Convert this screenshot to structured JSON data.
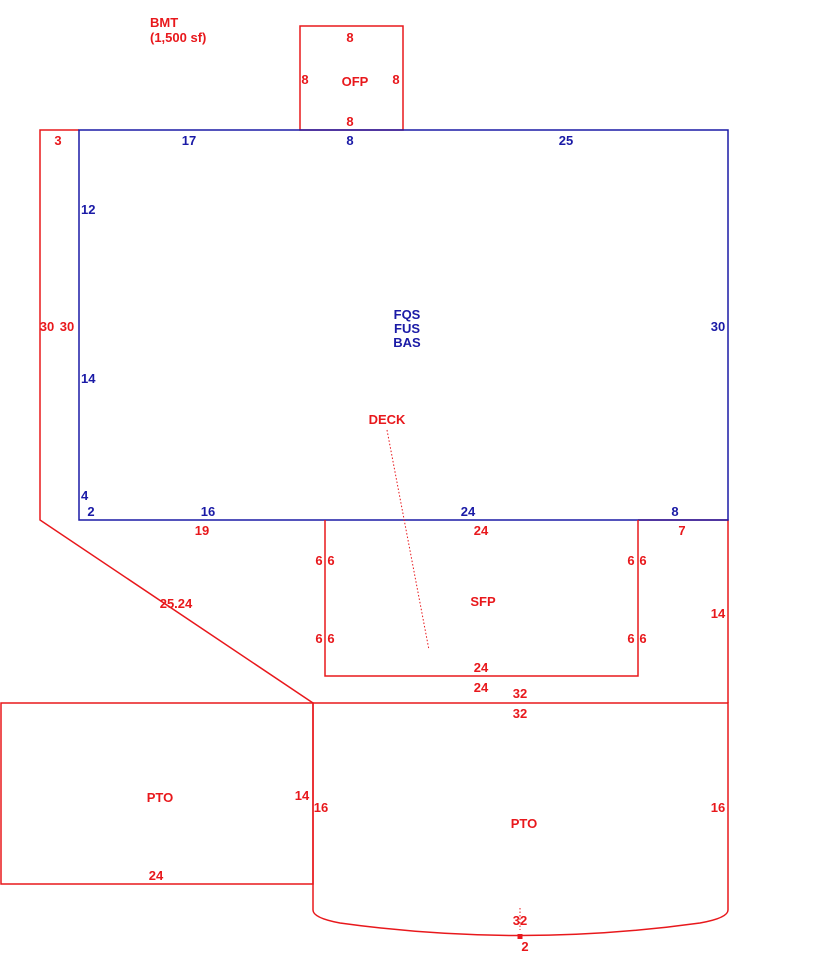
{
  "colors": {
    "red": "#e8181c",
    "blue": "#1a1aa6"
  },
  "header": {
    "bmt": "BMT",
    "bmt_area": "(1,500 sf)"
  },
  "areas": {
    "ofp": "OFP",
    "fqs": "FQS",
    "fus": "FUS",
    "bas": "BAS",
    "deck": "DECK",
    "sfp": "SFP",
    "pto_left": "PTO",
    "pto_right": "PTO"
  },
  "dims": {
    "ofp_top": "8",
    "ofp_left": "8",
    "ofp_right": "8",
    "ofp_bottom": "8",
    "main_top_left": "17",
    "main_top_mid": "8",
    "main_top_right": "25",
    "bmt_corner": "3",
    "main_left_upper": "12",
    "main_left_lower": "14",
    "main_left_small": "4",
    "outer_left": "30",
    "inner_left": "30",
    "main_right": "30",
    "main_bottom_small": "2",
    "main_bottom_left": "16",
    "main_bottom_mid": "24",
    "main_bottom_right": "8",
    "bmt_bottom_left": "19",
    "bmt_bottom_mid": "24",
    "bmt_bottom_right": "7",
    "diagonal": "25.24",
    "sfp_left_upper_out": "6",
    "sfp_left_upper_in": "6",
    "sfp_left_lower_out": "6",
    "sfp_left_lower_in": "6",
    "sfp_right_upper_in": "6",
    "sfp_right_upper_out": "6",
    "sfp_right_lower_in": "6",
    "sfp_right_lower_out": "6",
    "sfp_bottom_in": "24",
    "sfp_bottom_out": "24",
    "right_side": "14",
    "pto_top_out": "32",
    "pto_top_in": "32",
    "pto_left_height": "14",
    "pto_right_left": "16",
    "pto_right_right": "16",
    "pto_left_bottom": "24",
    "pto_arc": "32",
    "pto_arc_height": "2"
  }
}
